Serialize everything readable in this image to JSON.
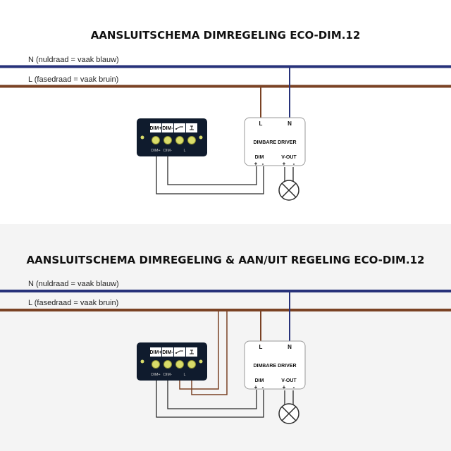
{
  "colors": {
    "neutral_wire": "#27327a",
    "phase_wire": "#7a4224",
    "control_wire": "#2b2b2b",
    "module_body": "#0f1b2d",
    "terminal": "#d9dc6a",
    "bottom_background": "#f4f4f4"
  },
  "icons": [
    "switch-icon",
    "pushbutton-icon",
    "lamp-icon"
  ],
  "diagrams": [
    {
      "title": "AANSLUITSCHEMA DIMREGELING ECO-DIM.12",
      "neutral_label": "N (nuldraad = vaak blauw)",
      "phase_label": "L (fasedraad = vaak bruin)",
      "module": {
        "terminals": [
          "DIM+",
          "DIM-",
          "",
          ""
        ],
        "under_labels": [
          "DIM+",
          "DIM-",
          "L",
          ""
        ]
      },
      "driver": {
        "title": "DIMBARE DRIVER",
        "top_terminals": [
          "L",
          "N"
        ],
        "dim_label": "DIM",
        "vout_label": "V-OUT",
        "polarity": [
          "+",
          "-",
          "+",
          "-"
        ]
      }
    },
    {
      "title": "AANSLUITSCHEMA DIMREGELING & AAN/UIT REGELING ECO-DIM.12",
      "neutral_label": "N (nuldraad = vaak blauw)",
      "phase_label": "L (fasedraad = vaak bruin)",
      "module": {
        "terminals": [
          "DIM+",
          "DIM-",
          "",
          ""
        ],
        "under_labels": [
          "DIM+",
          "DIM-",
          "L",
          ""
        ]
      },
      "driver": {
        "title": "DIMBARE DRIVER",
        "top_terminals": [
          "L",
          "N"
        ],
        "dim_label": "DIM",
        "vout_label": "V-OUT",
        "polarity": [
          "+",
          "-",
          "+",
          "-"
        ]
      }
    }
  ]
}
